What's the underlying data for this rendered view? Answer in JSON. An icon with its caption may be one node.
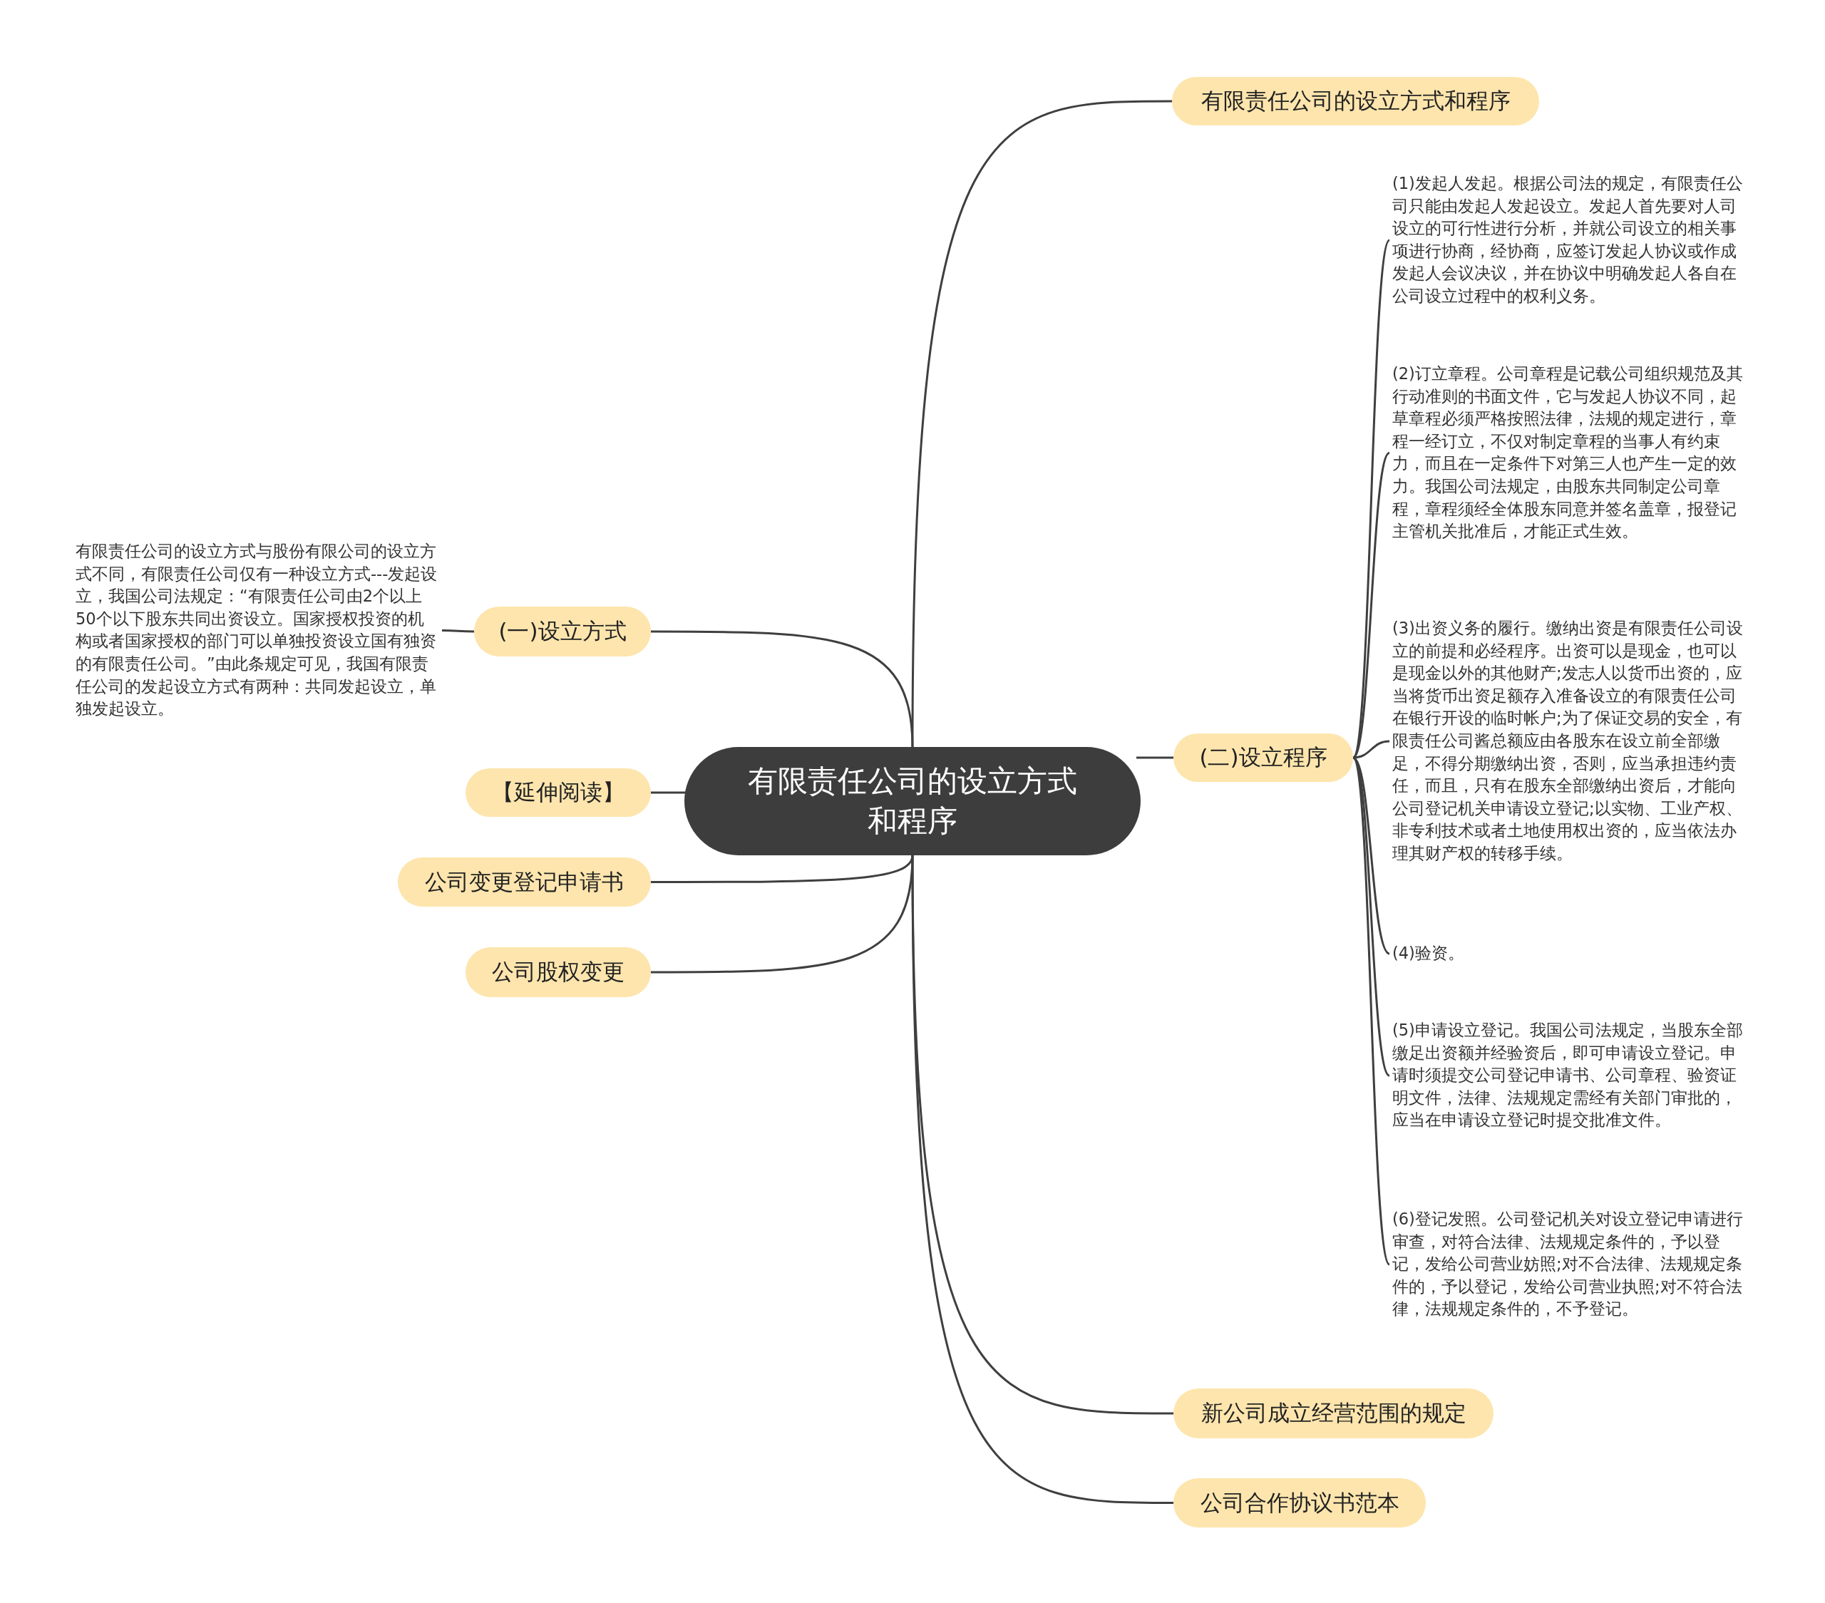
{
  "diagram": {
    "nodes": [
      {
        "text": [
          "有限责任公司的设立方式和程序"
        ]
      },
      {
        "text": [
          "有限责任公司的设立方式和程序"
        ]
      },
      {
        "text": [
          "(二)设立程序"
        ]
      },
      {
        "text": [
          "(1)发起人发起。根据公司法的规定，有限责任公司只能由发起人发起设立。发起人首先要对人司设立的可行性进行分析，并就公司设立的相关事项进行协商，经协商，应签订发起人协议或作成发起人会议决议，并在协议中明确发起人各自在公司设立过程中的权利义务。"
        ]
      },
      {
        "text": [
          "(2)订立章程。公司章程是记载公司组织规范及其行动准则的书面文件，它与发起人协议不同，起草章程必须严格按照法律，法规的规定进行，章程一经订立，不仅对制定章程的当事人有约束力，而且在一定条件下对第三人也产生一定的效力。我国公司法规定，由股东共同制定公司章程，章程须经全体股东同意并签名盖章，报登记主管机关批准后，才能正式生效。"
        ]
      },
      {
        "text": [
          "(3)出资义务的履行。缴纳出资是有限责任公司设立的前提和必经程序。出资可以是现金，也可以是现金以外的其他财产;发志人以货币出资的，应当将货币出资足额存入准备设立的有限责任公司在银行开设的临时帐户;为了保证交易的安全，有限责任公司酱总额应由各股东在设立前全部缴足，不得分期缴纳出资，否则，应当承担违约责任，而且，只有在股东全部缴纳出资后，才能向公司登记机关申请设立登记;以实物、工业产权、非专利技术或者土地使用权出资的，应当依法办理其财产权的转移手续。"
        ]
      },
      {
        "text": [
          "(4)验资。"
        ]
      },
      {
        "text": [
          "(5)申请设立登记。我国公司法规定，当股东全部缴足出资额并经验资后，即可申请设立登记。申请时须提交公司登记申请书、公司章程、验资证明文件，法律、法规规定需经有关部门审批的，应当在申请设立登记时提交批准文件。"
        ]
      },
      {
        "text": [
          "(6)登记发照。公司登记机关对设立登记申请进行审查，对符合法律、法规规定条件的，予以登记，发给公司营业妨照;对不合法律、法规规定条件的，予以登记，发给公司营业执照;对不符合法律，法规规定条件的，不予登记。"
        ]
      },
      {
        "text": [
          "新公司成立经营范围的规定"
        ]
      },
      {
        "text": [
          "公司合作协议书范本"
        ]
      },
      {
        "text": [
          "(一)设立方式"
        ]
      },
      {
        "text": [
          "有限责任公司的设立方式与股份有限公司的设立方式不同，有限责任公司仅有一种设立方式---发起设立，我国公司法规定：“有限责任公司由2个以上50个以下股东共同出资设立。国家授权投资的机构或者国家授权的部门可以单独投资设立国有独资的有限责任公司。”由此条规定可见，我国有限责任公司的发起设立方式有两种：共同发起设立，单独发起设立。"
        ]
      },
      {
        "text": [
          "【延伸阅读】"
        ]
      },
      {
        "text": [
          "公司变更登记申请书"
        ]
      },
      {
        "text": [
          "公司股权变更"
        ]
      }
    ],
    "edges": [
      {
        "from": 0,
        "to": 1,
        "arrow": "none"
      },
      {
        "from": 0,
        "to": 2,
        "arrow": "none"
      },
      {
        "from": 2,
        "to": 3,
        "arrow": "none"
      },
      {
        "from": 2,
        "to": 4,
        "arrow": "none"
      },
      {
        "from": 2,
        "to": 5,
        "arrow": "none"
      },
      {
        "from": 2,
        "to": 6,
        "arrow": "none"
      },
      {
        "from": 2,
        "to": 7,
        "arrow": "none"
      },
      {
        "from": 2,
        "to": 8,
        "arrow": "none"
      },
      {
        "from": 0,
        "to": 9,
        "arrow": "none"
      },
      {
        "from": 0,
        "to": 10,
        "arrow": "none"
      },
      {
        "from": 0,
        "to": 11,
        "arrow": "none"
      },
      {
        "from": 11,
        "to": 12,
        "arrow": "none"
      },
      {
        "from": 0,
        "to": 13,
        "arrow": "none"
      },
      {
        "from": 0,
        "to": 14,
        "arrow": "none"
      },
      {
        "from": 0,
        "to": 15,
        "arrow": "none"
      }
    ]
  }
}
